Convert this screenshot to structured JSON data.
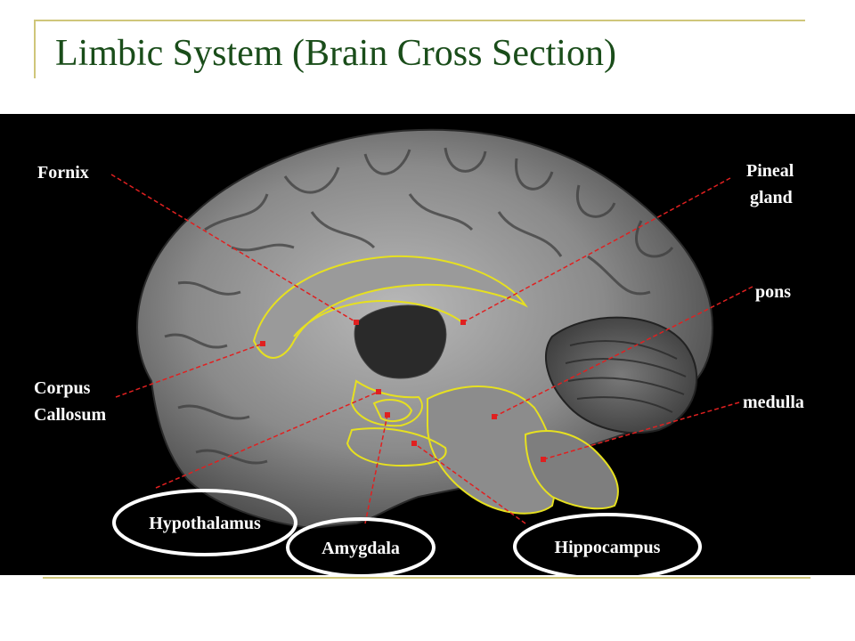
{
  "title": "Limbic System (Brain Cross Section)",
  "labels": {
    "fornix": "Fornix",
    "pineal_1": "Pineal",
    "pineal_2": "gland",
    "pons": "pons",
    "corpus_1": "Corpus",
    "corpus_2": "Callosum",
    "medulla": "medulla",
    "hypothalamus": "Hypothalamus",
    "amygdala": "Amygdala",
    "hippocampus": "Hippocampus"
  },
  "colors": {
    "title": "#1a4d1a",
    "rule": "#cfc67a",
    "leader_line": "#e02020",
    "outline": "#e6e020",
    "circle": "#ffffff"
  }
}
